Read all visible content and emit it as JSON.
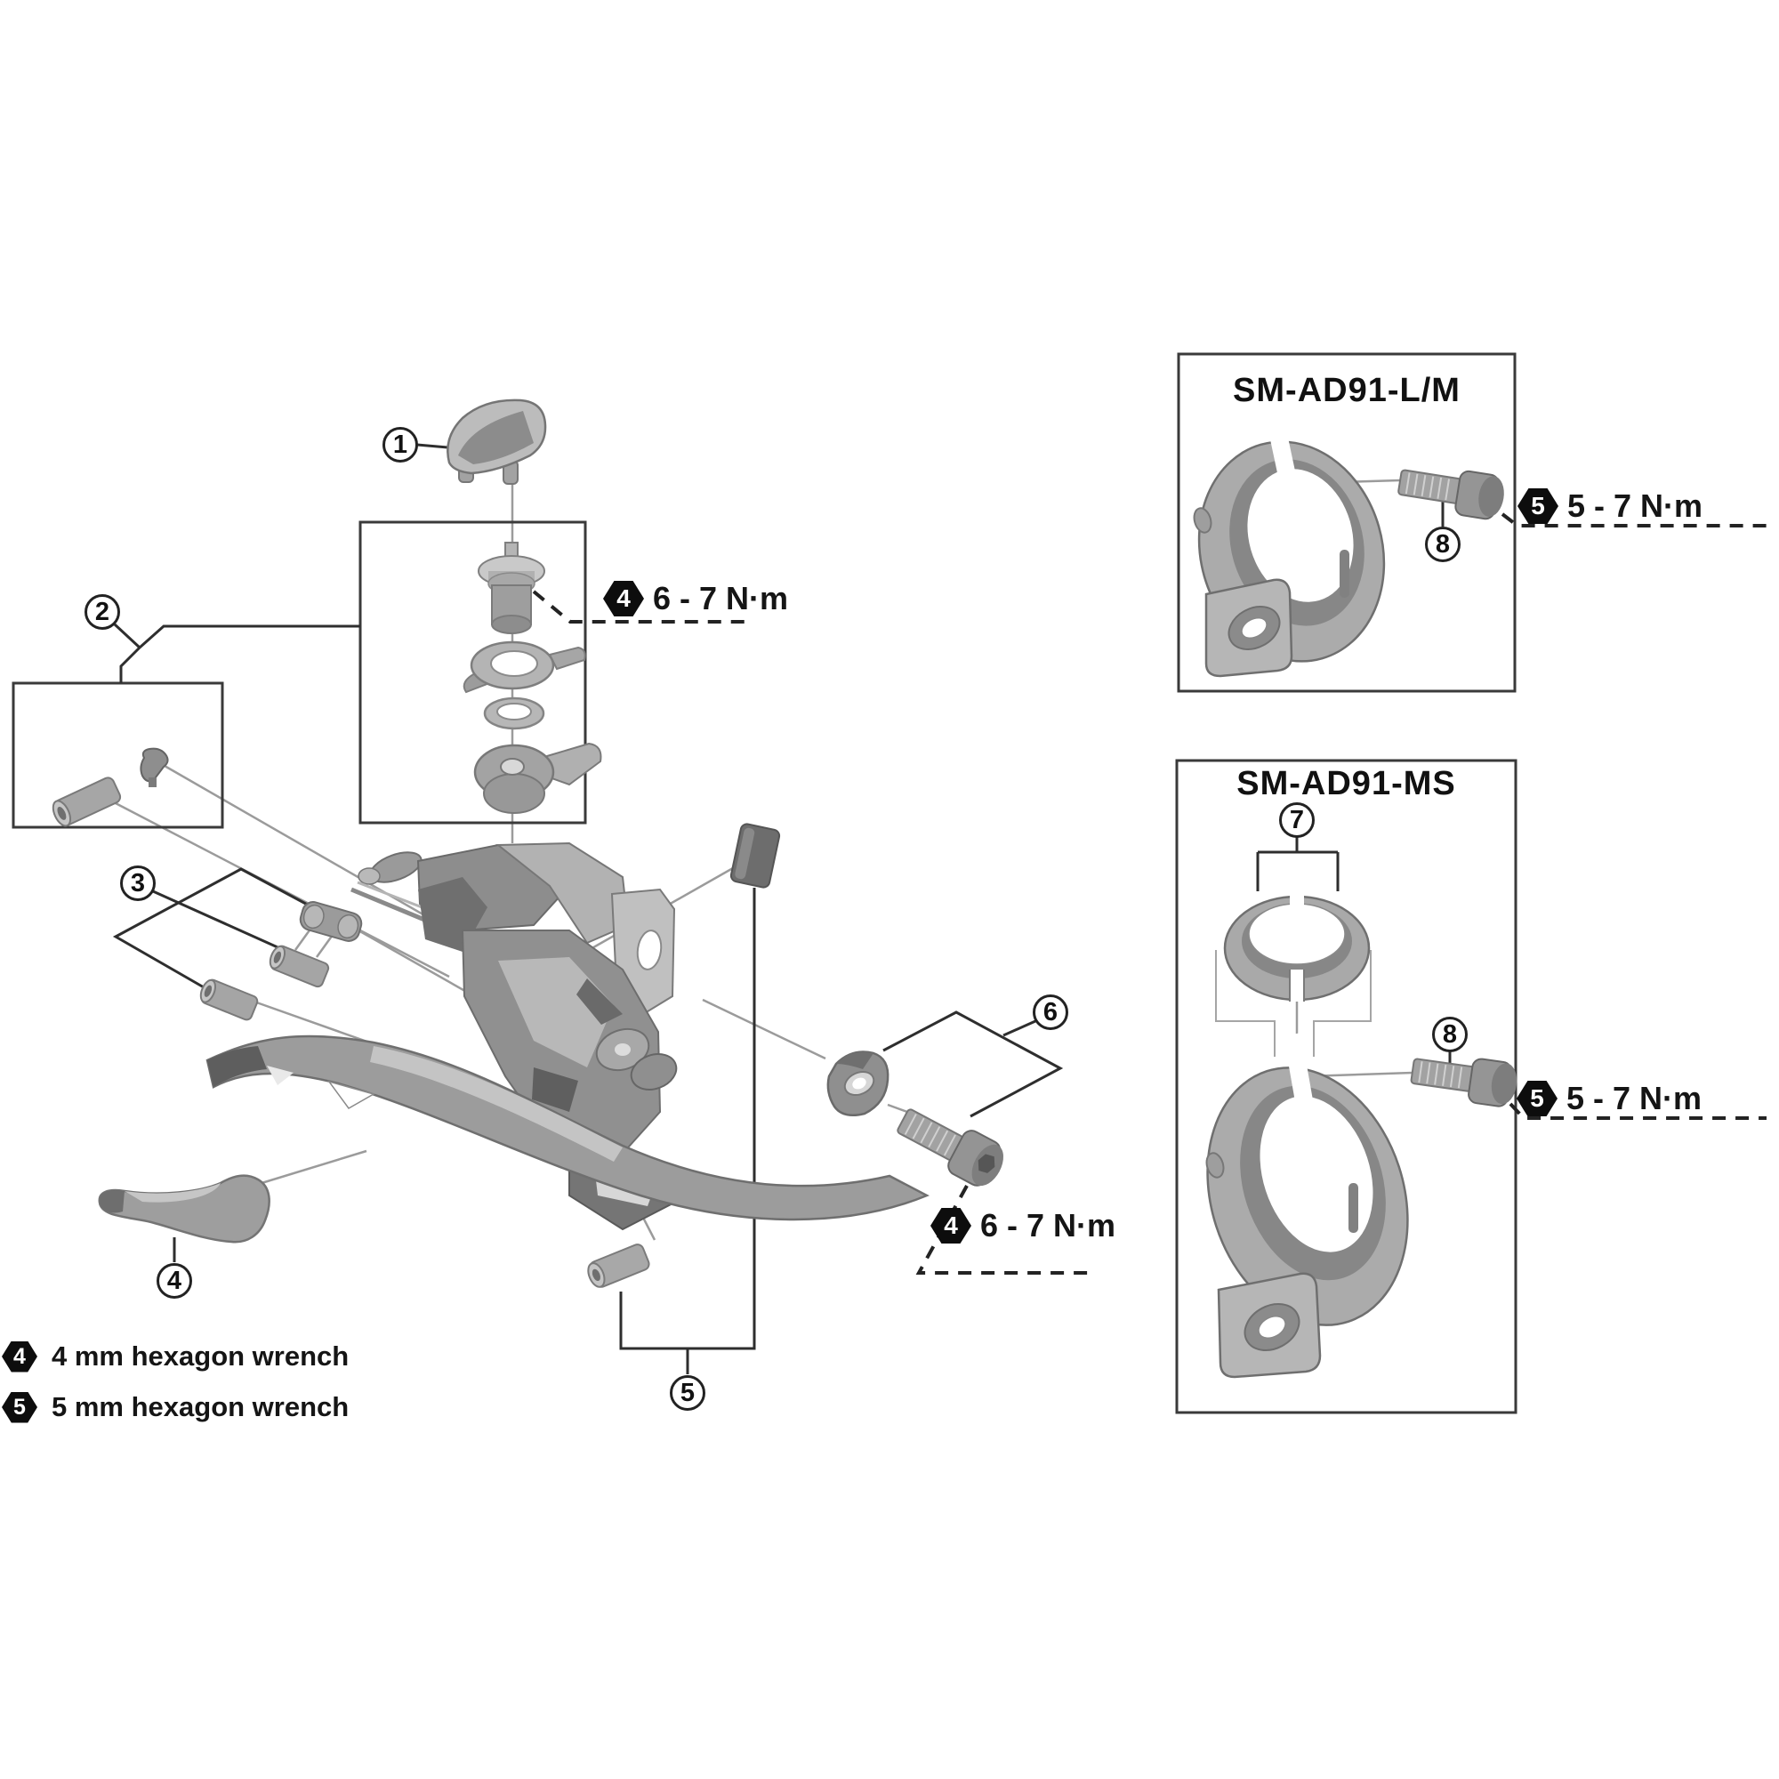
{
  "panels": {
    "lm": {
      "title": "SM-AD91-L/M"
    },
    "ms": {
      "title": "SM-AD91-MS"
    }
  },
  "callouts": {
    "c1": "1",
    "c2": "2",
    "c3": "3",
    "c4": "4",
    "c5": "5",
    "c6": "6",
    "c7": "7",
    "c8": "8"
  },
  "torque": {
    "hex4_symbol": "4",
    "hex5_symbol": "5",
    "t_6_7": "6 - 7 N·m",
    "t_5_7": "5 - 7 N·m"
  },
  "legend": {
    "items": [
      {
        "symbol": "4",
        "label": "4 mm hexagon wrench"
      },
      {
        "symbol": "5",
        "label": "5 mm hexagon wrench"
      }
    ]
  }
}
